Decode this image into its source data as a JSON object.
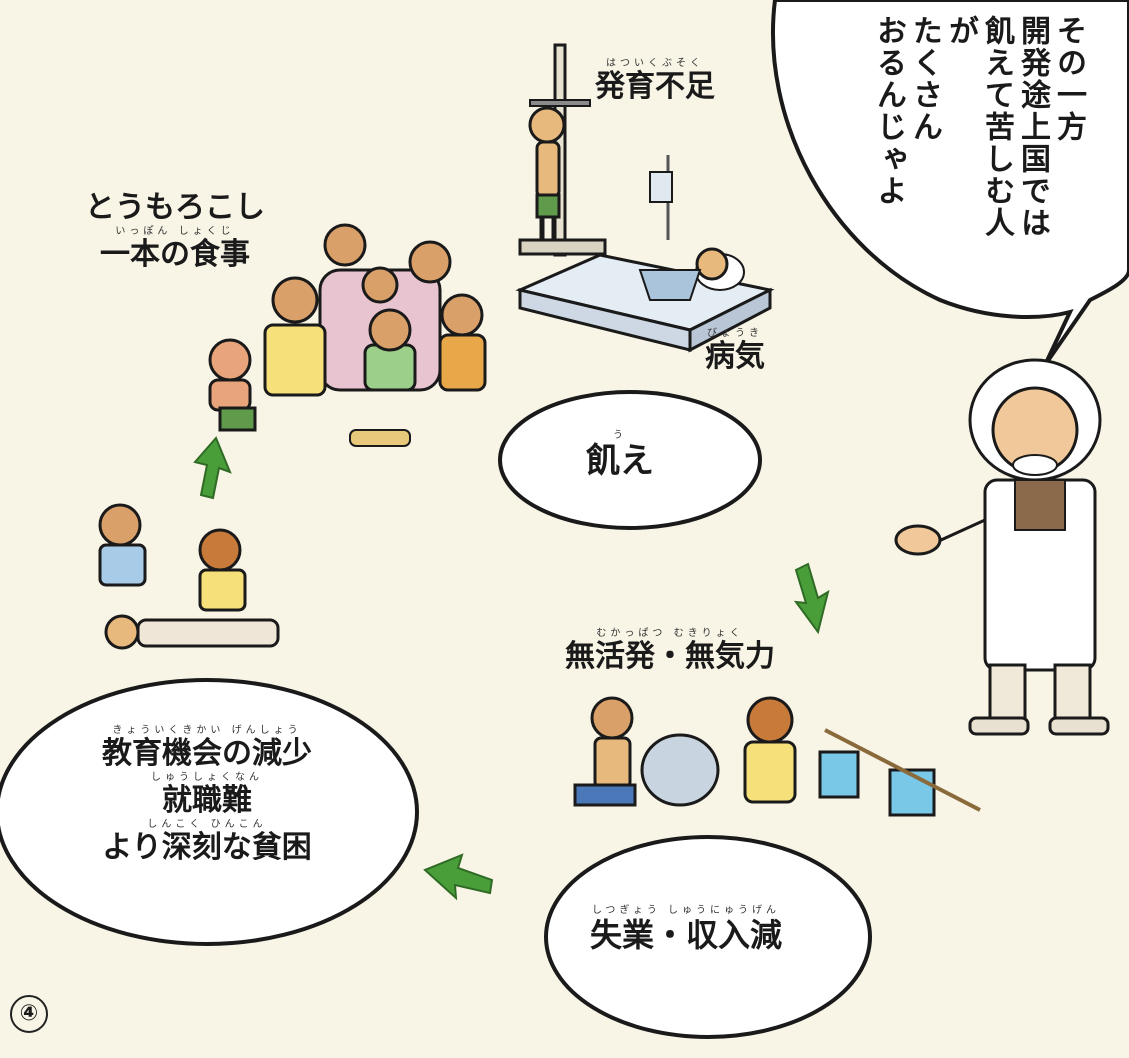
{
  "speech": {
    "lines": [
      "その一方",
      "開発途上国では",
      "飢えて苦しむ人が",
      "たくさん",
      "おるんじゃよ"
    ]
  },
  "labels": {
    "stunted": {
      "ruby": "はついくぶそく",
      "text": "発育不足"
    },
    "corn_line1": "とうもろこし",
    "corn_line2": {
      "ruby": "いっぽん しょくじ",
      "text": "一本の食事"
    },
    "sickness": {
      "ruby": "びょうき",
      "text": "病気"
    },
    "hunger": {
      "ruby": "う",
      "text": "飢え"
    },
    "lethargy": {
      "ruby": "むかっぱつ むきりょく",
      "text": "無活発・無気力"
    },
    "jobless": {
      "ruby": "しつぎょう しゅうにゅうげん",
      "text": "失業・収入減"
    },
    "education": {
      "line1_ruby": "きょういくきかい げんしょう",
      "line1": "教育機会の減少",
      "line2_ruby": "しゅうしょくなん",
      "line2": "就職難",
      "line3_ruby": "しんこく ひんこん",
      "line3": "より深刻な貧困"
    }
  },
  "page_number": "④",
  "colors": {
    "background": "#f8f4e6",
    "arrow": "#4a9e3a",
    "outline": "#1a1a1a"
  }
}
